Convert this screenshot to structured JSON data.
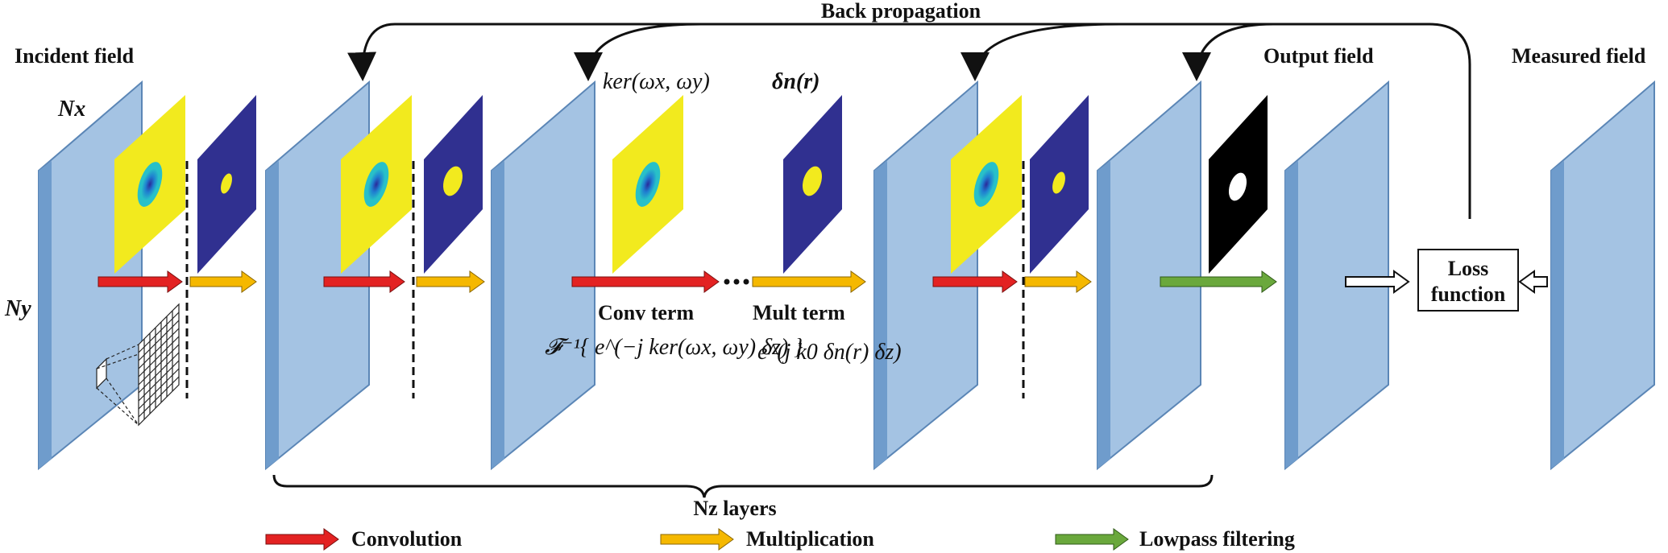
{
  "labels": {
    "incident_field": "Incident field",
    "nx": "Nx",
    "ny": "Ny",
    "back_propagation": "Back propagation",
    "output_field": "Output field",
    "measured_field": "Measured field",
    "loss_line1": "Loss",
    "loss_line2": "function",
    "conv_term": "Conv term",
    "mult_term": "Mult term",
    "nz_layers": "Nz layers",
    "kernel": "ker(ωx, ωy)",
    "delta_n": "δn(r)",
    "conv_formula": "𝓕⁻¹{ e^(−j ker(ωx, ωy) δz) }",
    "mult_formula": "e^(j k0 δn(r) δz)"
  },
  "legend": [
    {
      "label": "Convolution",
      "color": "#e32222"
    },
    {
      "label": "Multiplication",
      "color": "#f5b800"
    },
    {
      "label": "Lowpass filtering",
      "color": "#6aa83c"
    }
  ],
  "colors": {
    "plane_face": "#a4c3e3",
    "plane_edge": "#5b86b6",
    "kernel_yellow": "#f2ea1e",
    "field_navy": "#303090",
    "filter_black": "#000000"
  }
}
